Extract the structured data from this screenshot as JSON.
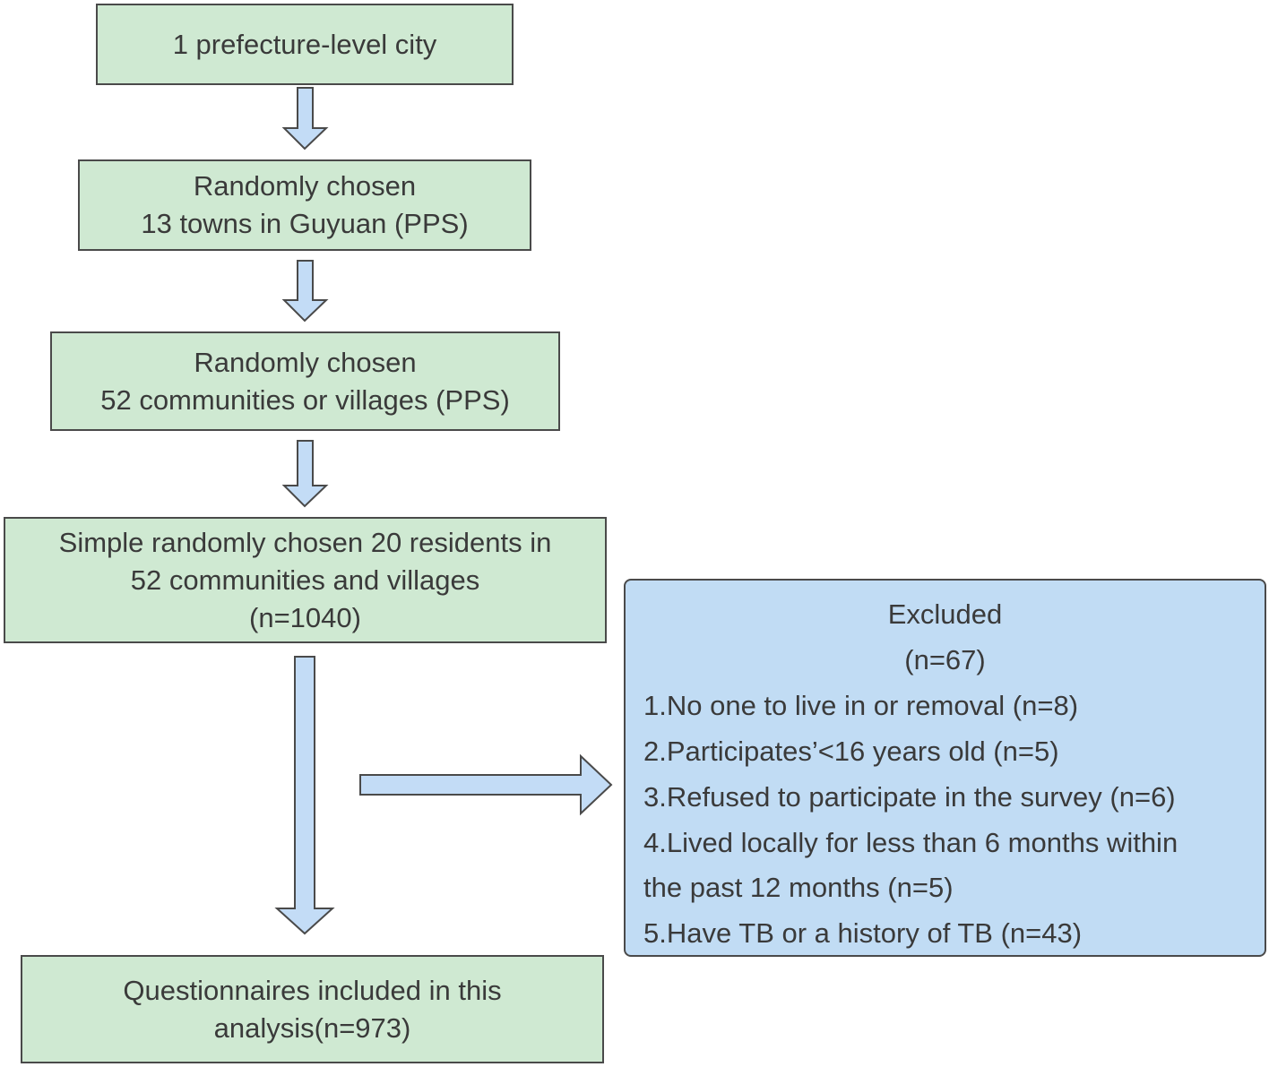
{
  "flow": {
    "step1": {
      "lines": [
        "1 prefecture-level city"
      ]
    },
    "step2": {
      "lines": [
        "Randomly chosen",
        "13 towns in Guyuan (PPS)"
      ]
    },
    "step3": {
      "lines": [
        "Randomly chosen",
        "52 communities or villages (PPS)"
      ]
    },
    "step4": {
      "lines": [
        "Simple randomly  chosen 20 residents in",
        "52 communities and villages",
        "(n=1040)"
      ]
    },
    "step5": {
      "lines": [
        "Questionnaires included in this",
        "analysis(n=973)"
      ]
    }
  },
  "excluded": {
    "title": "Excluded",
    "count": "(n=67)",
    "reasons": [
      "1.No one to live in or removal (n=8)",
      "2.Participates’<16 years old (n=5)",
      "3.Refused to participate in the survey (n=6)",
      "4.Lived locally for less than 6 months within",
      "the past 12 months (n=5)",
      "5.Have TB or a history of TB (n=43)"
    ]
  },
  "colors": {
    "box_fill": "#cfe9d2",
    "excluded_fill": "#c1dcf4",
    "arrow_fill": "#c3dcf6",
    "border": "#4a4a4a"
  }
}
